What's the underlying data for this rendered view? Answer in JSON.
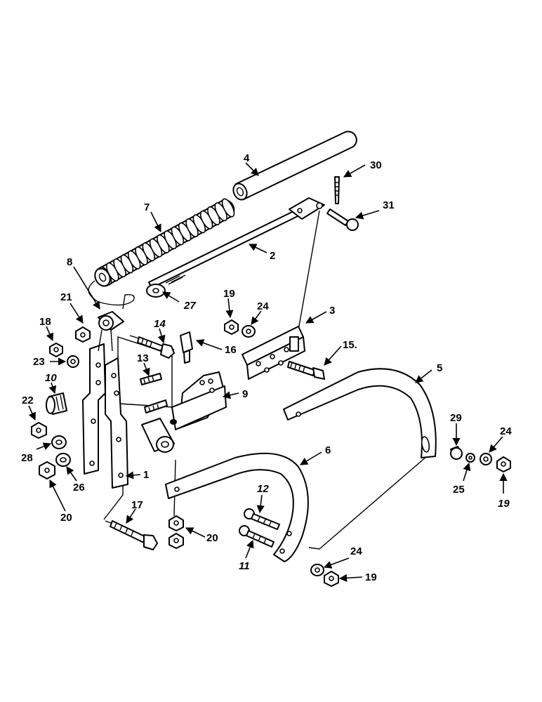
{
  "diagram": {
    "callouts": [
      {
        "id": "c1",
        "label": "1",
        "italic": false
      },
      {
        "id": "c2",
        "label": "2",
        "italic": false
      },
      {
        "id": "c3",
        "label": "3",
        "italic": false
      },
      {
        "id": "c4",
        "label": "4",
        "italic": false
      },
      {
        "id": "c5",
        "label": "5",
        "italic": false
      },
      {
        "id": "c6",
        "label": "6",
        "italic": false
      },
      {
        "id": "c7",
        "label": "7",
        "italic": false
      },
      {
        "id": "c8",
        "label": "8",
        "italic": false
      },
      {
        "id": "c9",
        "label": "9",
        "italic": false
      },
      {
        "id": "c10",
        "label": "10",
        "italic": true
      },
      {
        "id": "c11",
        "label": "11",
        "italic": true
      },
      {
        "id": "c12",
        "label": "12",
        "italic": true
      },
      {
        "id": "c13",
        "label": "13",
        "italic": false
      },
      {
        "id": "c14",
        "label": "14",
        "italic": true
      },
      {
        "id": "c15",
        "label": "15.",
        "italic": false
      },
      {
        "id": "c16",
        "label": "16",
        "italic": false
      },
      {
        "id": "c17",
        "label": "17",
        "italic": false
      },
      {
        "id": "c18",
        "label": "18",
        "italic": false
      },
      {
        "id": "c19a",
        "label": "19",
        "italic": false
      },
      {
        "id": "c19b",
        "label": "19",
        "italic": true
      },
      {
        "id": "c19c",
        "label": "19",
        "italic": false
      },
      {
        "id": "c20a",
        "label": "20",
        "italic": false
      },
      {
        "id": "c20b",
        "label": "20",
        "italic": false
      },
      {
        "id": "c21",
        "label": "21",
        "italic": false
      },
      {
        "id": "c22",
        "label": "22",
        "italic": false
      },
      {
        "id": "c23",
        "label": "23",
        "italic": false
      },
      {
        "id": "c24a",
        "label": "24",
        "italic": false
      },
      {
        "id": "c24b",
        "label": "24",
        "italic": false
      },
      {
        "id": "c24c",
        "label": "24",
        "italic": false
      },
      {
        "id": "c25",
        "label": "25",
        "italic": false
      },
      {
        "id": "c26",
        "label": "26",
        "italic": false
      },
      {
        "id": "c27",
        "label": "27",
        "italic": true
      },
      {
        "id": "c28",
        "label": "28",
        "italic": false
      },
      {
        "id": "c29",
        "label": "29",
        "italic": false
      },
      {
        "id": "c30",
        "label": "30",
        "italic": false
      },
      {
        "id": "c31",
        "label": "31",
        "italic": false
      }
    ]
  }
}
